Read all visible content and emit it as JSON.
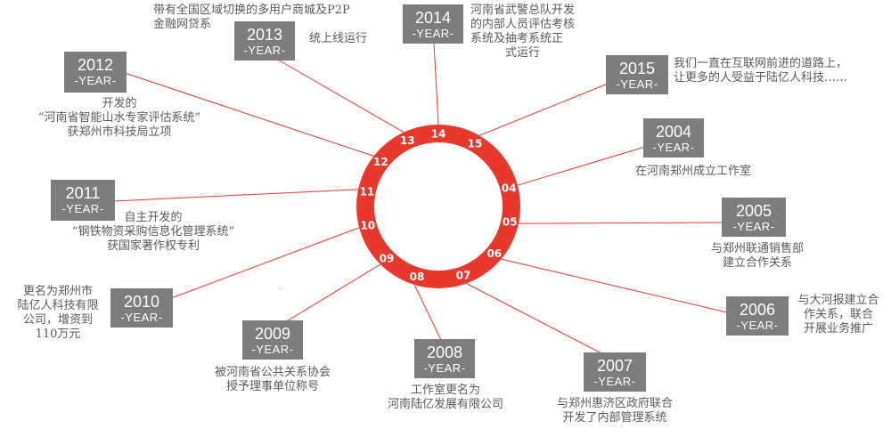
{
  "ring": {
    "color": "#e8372b",
    "numbers": [
      "14",
      "15",
      "04",
      "05",
      "06",
      "07",
      "08",
      "09",
      "10",
      "11",
      "12",
      "13"
    ]
  },
  "milestones": [
    {
      "id": "2014",
      "year": "2014",
      "tag": "-YEAR-",
      "desc": [
        "河南省武警总队开发",
        "的内部人员评估考核",
        "系统及抽考系统正",
        "式运行"
      ]
    },
    {
      "id": "2015",
      "year": "2015",
      "tag": "-YEAR-",
      "desc": [
        "我们一直在互联网前进的道路上，",
        "让更多的人受益于陆亿人科技……"
      ]
    },
    {
      "id": "2004",
      "year": "2004",
      "tag": "-YEAR-",
      "desc": [
        "在河南郑州成立工作室"
      ]
    },
    {
      "id": "2005",
      "year": "2005",
      "tag": "-YEAR-",
      "desc": [
        "与郑州联通销售部",
        "建立合作关系"
      ]
    },
    {
      "id": "2006",
      "year": "2006",
      "tag": "-YEAR-",
      "desc": [
        "与大河报建立合",
        "作关系，联合",
        "开展业务推广"
      ]
    },
    {
      "id": "2007",
      "year": "2007",
      "tag": "-YEAR-",
      "desc": [
        "与郑州惠济区政府联合",
        "开发了内部管理系统"
      ]
    },
    {
      "id": "2008",
      "year": "2008",
      "tag": "-YEAR-",
      "desc": [
        "工作室更名为",
        "河南陆亿发展有限公司"
      ]
    },
    {
      "id": "2009",
      "year": "2009",
      "tag": "-YEAR-",
      "desc": [
        "被河南省公共关系协会",
        "授予理事单位称号"
      ]
    },
    {
      "id": "2010",
      "year": "2010",
      "tag": "-YEAR-",
      "desc": [
        "更名为郑州市",
        "陆亿人科技有限",
        "公司，增资到",
        "110万元"
      ]
    },
    {
      "id": "2011",
      "year": "2011",
      "tag": "-YEAR-",
      "desc": [
        "自主开发的",
        "“钢铁物资采购信息化管理系统”",
        "获国家著作权专利"
      ]
    },
    {
      "id": "2012",
      "year": "2012",
      "tag": "-YEAR-",
      "desc": [
        "开发的",
        "“河南省智能山水专家评估系统”",
        "获郑州市科技局立项"
      ]
    },
    {
      "id": "2013",
      "year": "2013",
      "tag": "-YEAR-",
      "desc": [
        "带有全国区域切换的多用户商城及P2P",
        "金融网贷系",
        "统上线运行"
      ]
    }
  ],
  "colors": {
    "box": "#7d7d7d",
    "line": "#e8372b",
    "text": "#5a5a5a"
  }
}
